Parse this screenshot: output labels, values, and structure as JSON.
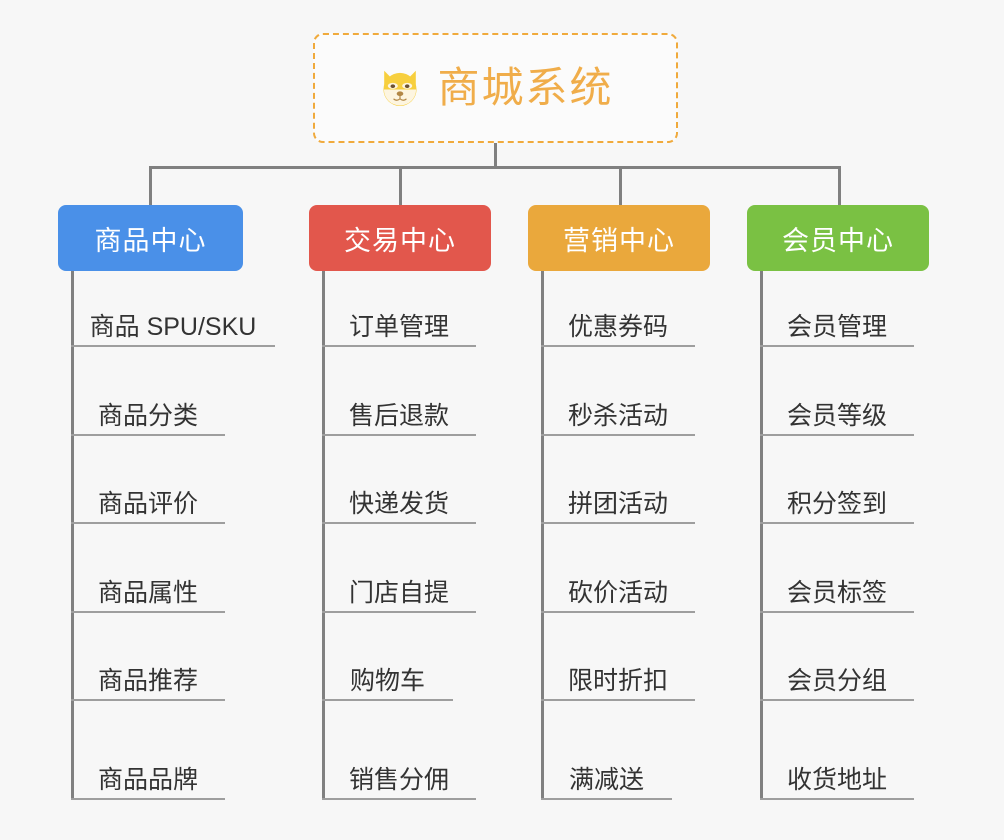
{
  "diagram": {
    "type": "mind-map",
    "background_color": "#f7f7f7",
    "root": {
      "title": "商城系统",
      "icon": "dog-face-emoji",
      "text_color": "#f0ad4a",
      "border_color": "#f0aa3c"
    },
    "connector_color": "#808080",
    "branches": [
      {
        "label": "商品中心",
        "color": "#4a90e8",
        "items": [
          "商品 SPU/SKU",
          "商品分类",
          "商品评价",
          "商品属性",
          "商品推荐",
          "商品品牌"
        ]
      },
      {
        "label": "交易中心",
        "color": "#e2574c",
        "items": [
          "订单管理",
          "售后退款",
          "快递发货",
          "门店自提",
          "购物车",
          "销售分佣"
        ]
      },
      {
        "label": "营销中心",
        "color": "#eaa83c",
        "items": [
          "优惠券码",
          "秒杀活动",
          "拼团活动",
          "砍价活动",
          "限时折扣",
          "满减送"
        ]
      },
      {
        "label": "会员中心",
        "color": "#7ac143",
        "items": [
          "会员管理",
          "会员等级",
          "积分签到",
          "会员标签",
          "会员分组",
          "收货地址"
        ]
      }
    ]
  }
}
